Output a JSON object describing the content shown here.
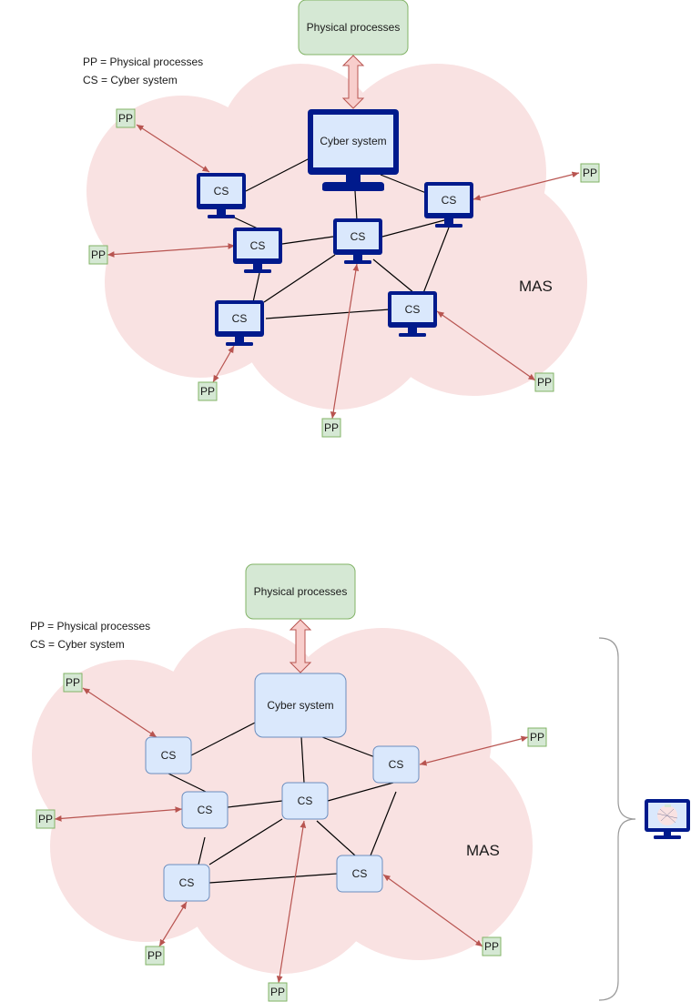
{
  "diagram_top": {
    "physical_processes_label": "Physical processes",
    "legend_pp": "PP = Physical processes",
    "legend_cs": "CS = Cyber system",
    "cyber_system_label": "Cyber system",
    "cs_label": "CS",
    "pp_label": "PP",
    "mas_label": "MAS"
  },
  "diagram_bottom": {
    "physical_processes_label": "Physical processes",
    "legend_pp": "PP = Physical processes",
    "legend_cs": "CS = Cyber system",
    "cyber_system_label": "Cyber system",
    "cs_label": "CS",
    "pp_label": "PP",
    "mas_label": "MAS"
  },
  "colors": {
    "cloud_fill": "#f9e2e2",
    "pp_fill": "#d5e8d4",
    "pp_stroke": "#82b366",
    "monitor_blue": "#001a8c",
    "screen_fill": "#dae8fc",
    "cs_box_stroke": "#6c8ebf",
    "arrow_red": "#b85450",
    "double_arrow_fill": "#f8cecc"
  },
  "icons": {
    "monitor": "monitor-icon",
    "side_monitor": "mini-network-monitor-icon"
  }
}
